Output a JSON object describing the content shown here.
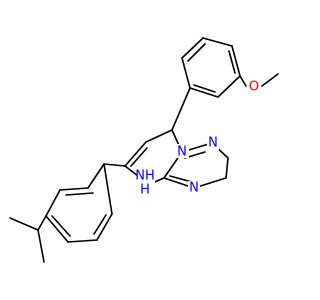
{
  "molecule": {
    "atoms": {
      "n_bridge": {
        "text": "N",
        "color": "#0000ff"
      },
      "n_triazole_top": {
        "text": "N",
        "color": "#0000ff"
      },
      "n_triazole_right": {
        "text": "N",
        "color": "#0000ff"
      },
      "nh": {
        "text": "NH",
        "color": "#0000ff"
      },
      "h_of_nh": {
        "text": "H",
        "color": "#0000ff"
      },
      "methoxy_o": {
        "text": "O",
        "color": "#ff0000"
      }
    }
  }
}
